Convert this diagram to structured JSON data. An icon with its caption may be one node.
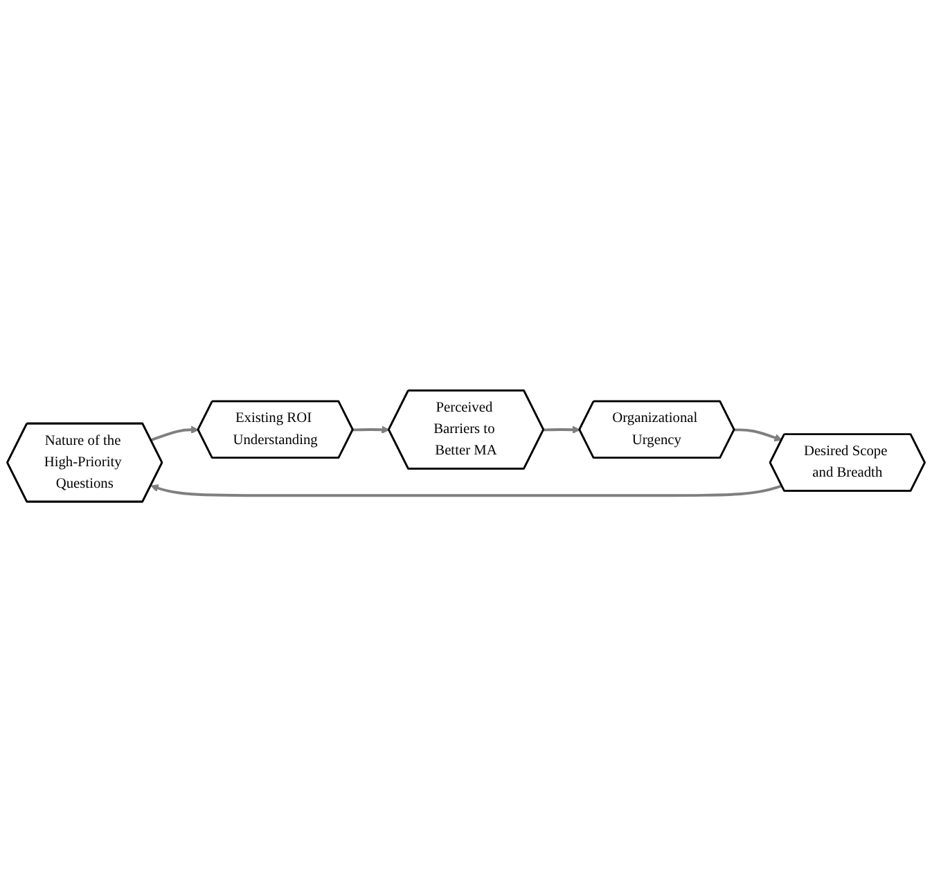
{
  "diagram": {
    "nodes": [
      {
        "text": [
          "Nature of the High-Priority Questions"
        ]
      },
      {
        "text": [
          "Existing ROI Understanding"
        ]
      },
      {
        "text": [
          "Perceived Barriers to Better MA"
        ]
      },
      {
        "text": [
          "Organizational Urgency"
        ]
      },
      {
        "text": [
          "Desired Scope and Breadth"
        ]
      }
    ],
    "edges": [
      {
        "from": 0,
        "to": 1,
        "arrow": "to"
      },
      {
        "from": 1,
        "to": 2,
        "arrow": "to"
      },
      {
        "from": 2,
        "to": 3,
        "arrow": "to"
      },
      {
        "from": 3,
        "to": 4,
        "arrow": "to"
      },
      {
        "from": 4,
        "to": 0,
        "arrow": "to"
      }
    ]
  }
}
